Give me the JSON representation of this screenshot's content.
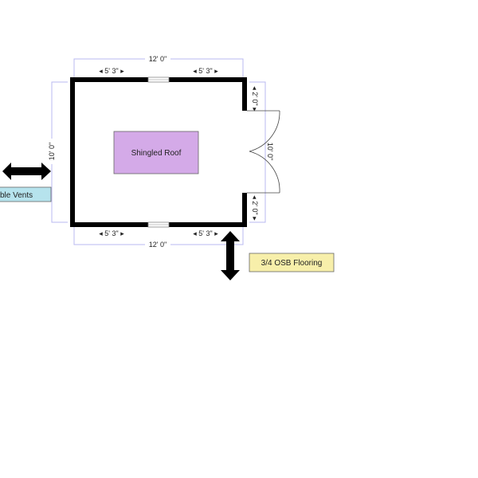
{
  "dimensions": {
    "top_total": "12' 0\"",
    "top_left": "◂ 5' 3\" ▸",
    "top_right": "◂ 5' 3\" ▸",
    "bottom_total": "12' 0\"",
    "bottom_left": "◂ 5' 3\" ▸",
    "bottom_right": "◂ 5' 3\" ▸",
    "left_height": "10' 0\"",
    "right_height": "10' 0\"",
    "right_upper": "◂ 2' 0\" ▸",
    "right_lower": "◂ 2' 0\" ▸"
  },
  "labels": {
    "roof": "Shingled Roof",
    "vents": "ble Vents",
    "flooring": "3/4 OSB Flooring"
  },
  "colors": {
    "roof": "#d4aae8",
    "vents": "#b6e3ed",
    "flooring": "#f7efaa"
  }
}
